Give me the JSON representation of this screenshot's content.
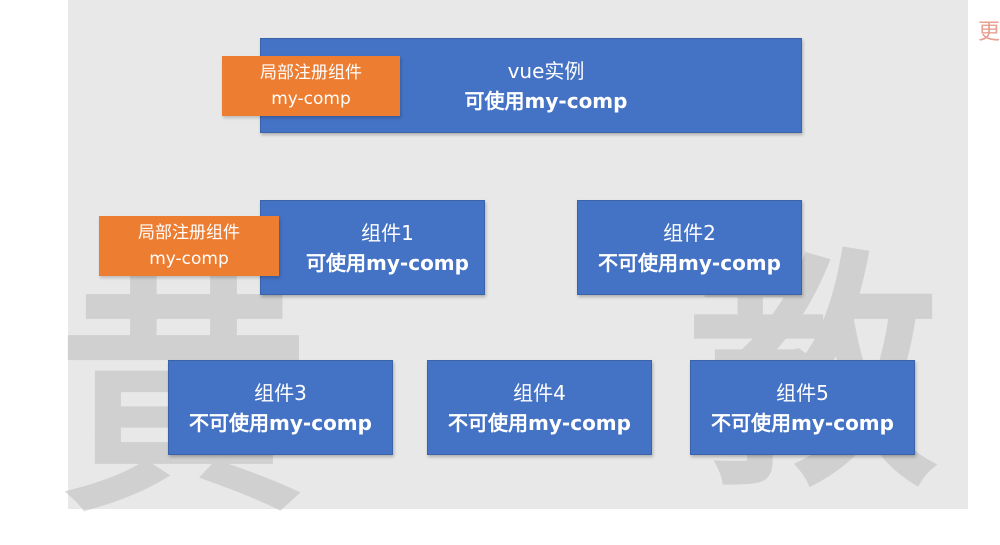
{
  "vue_instance": {
    "title": "vue实例",
    "subtitle": "可使用my-comp"
  },
  "local_register_top": {
    "line1": "局部注册组件",
    "line2": "my-comp"
  },
  "local_register_comp1": {
    "line1": "局部注册组件",
    "line2": "my-comp"
  },
  "components": [
    {
      "title": "组件1",
      "subtitle": "可使用my-comp"
    },
    {
      "title": "组件2",
      "subtitle": "不可使用my-comp"
    },
    {
      "title": "组件3",
      "subtitle": "不可使用my-comp"
    },
    {
      "title": "组件4",
      "subtitle": "不可使用my-comp"
    },
    {
      "title": "组件5",
      "subtitle": "不可使用my-comp"
    }
  ],
  "watermark": [
    "黄",
    "教"
  ],
  "corner_glyph": "更",
  "colors": {
    "box_blue": "#4472c4",
    "box_orange": "#ed7d31",
    "slide_bg": "#e8e8e8"
  }
}
